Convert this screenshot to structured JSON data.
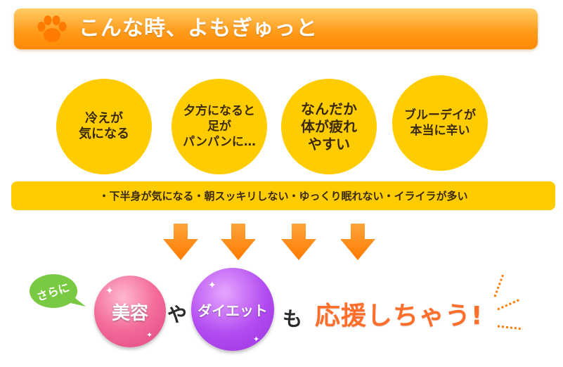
{
  "header": {
    "title": "こんな時、よもぎゅっと",
    "icon": "paw-icon",
    "color": "#ff9c1d"
  },
  "symptoms": [
    {
      "label": "冷えが\n気になる"
    },
    {
      "label": "夕方になると\n足が\nパンパンに…"
    },
    {
      "label": "なんだか\n体が疲れ\nやすい"
    },
    {
      "label": "ブルーデイが\n本当に辛い"
    }
  ],
  "symptom_list": "・下半身が気になる・朝スッキリしない・ゆっくり眠れない・イライラが多い",
  "bottom": {
    "badge": "さらに",
    "beauty": "美容",
    "joiner_ya": "や",
    "diet": "ダイエット",
    "joiner_mo": "も",
    "tagline": "応援しちゃう!"
  },
  "colors": {
    "circle": "#ffcc00",
    "arrow": "#ff8a1a",
    "badge": "#7ac943",
    "tagline": "#ff6f2b",
    "beauty": "#f36b9b",
    "diet": "#b24bf0"
  }
}
